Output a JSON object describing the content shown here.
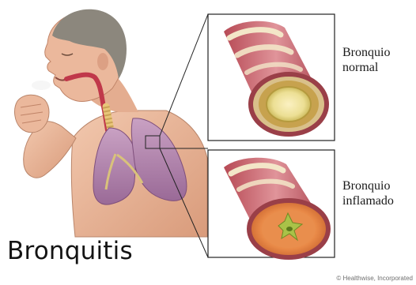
{
  "title": "Bronquitis",
  "labels": {
    "normal": [
      "Bronquio",
      "normal"
    ],
    "inflamed": [
      "Bronquio",
      "inflamado"
    ]
  },
  "credit": "© Healthwise, Incorporated",
  "colors": {
    "skin": "#eab79c",
    "skin_shadow": "#c98b6c",
    "hair": "#8c877d",
    "lung": "#b78cb2",
    "lung_dark": "#8e5f8c",
    "muscle": "#c55a62",
    "cartilage": "#f3e6c8",
    "normal_lumen": "#e9dc8b",
    "inflamed_wall": "#e48a4a",
    "mucus": "#a9c248"
  }
}
